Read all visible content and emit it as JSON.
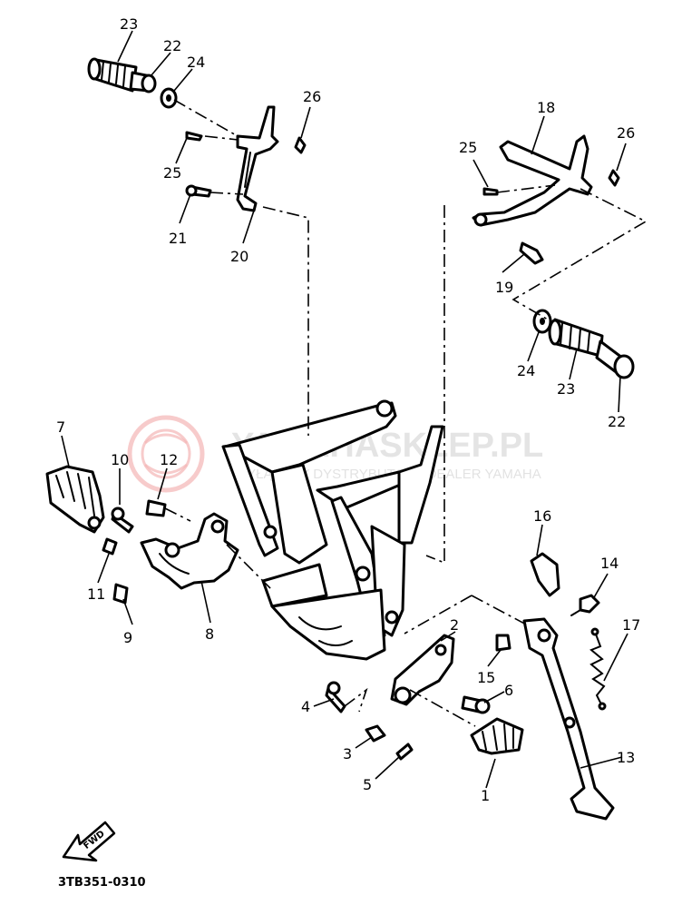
{
  "diagram": {
    "callouts": [
      {
        "id": "c23a",
        "label": "23"
      },
      {
        "id": "c22a",
        "label": "22"
      },
      {
        "id": "c24a",
        "label": "24"
      },
      {
        "id": "c26a",
        "label": "26"
      },
      {
        "id": "c25a",
        "label": "25"
      },
      {
        "id": "c21",
        "label": "21"
      },
      {
        "id": "c20",
        "label": "20"
      },
      {
        "id": "c18",
        "label": "18"
      },
      {
        "id": "c26b",
        "label": "26"
      },
      {
        "id": "c25b",
        "label": "25"
      },
      {
        "id": "c19",
        "label": "19"
      },
      {
        "id": "c24b",
        "label": "24"
      },
      {
        "id": "c23b",
        "label": "23"
      },
      {
        "id": "c22b",
        "label": "22"
      },
      {
        "id": "c7",
        "label": "7"
      },
      {
        "id": "c10",
        "label": "10"
      },
      {
        "id": "c12",
        "label": "12"
      },
      {
        "id": "c11",
        "label": "11"
      },
      {
        "id": "c9",
        "label": "9"
      },
      {
        "id": "c8",
        "label": "8"
      },
      {
        "id": "c16",
        "label": "16"
      },
      {
        "id": "c14",
        "label": "14"
      },
      {
        "id": "c17",
        "label": "17"
      },
      {
        "id": "c2",
        "label": "2"
      },
      {
        "id": "c15",
        "label": "15"
      },
      {
        "id": "c6",
        "label": "6"
      },
      {
        "id": "c4",
        "label": "4"
      },
      {
        "id": "c3",
        "label": "3"
      },
      {
        "id": "c5",
        "label": "5"
      },
      {
        "id": "c1",
        "label": "1"
      },
      {
        "id": "c13",
        "label": "13"
      }
    ],
    "direction_label": "FWD",
    "drawing_code": "3TB351-0310"
  },
  "watermark": {
    "title": "YAMAHASKLEP.PL",
    "subtitle": "WYŁĄCZNY DYSTRYBUTOR / DEALER YAMAHA"
  }
}
